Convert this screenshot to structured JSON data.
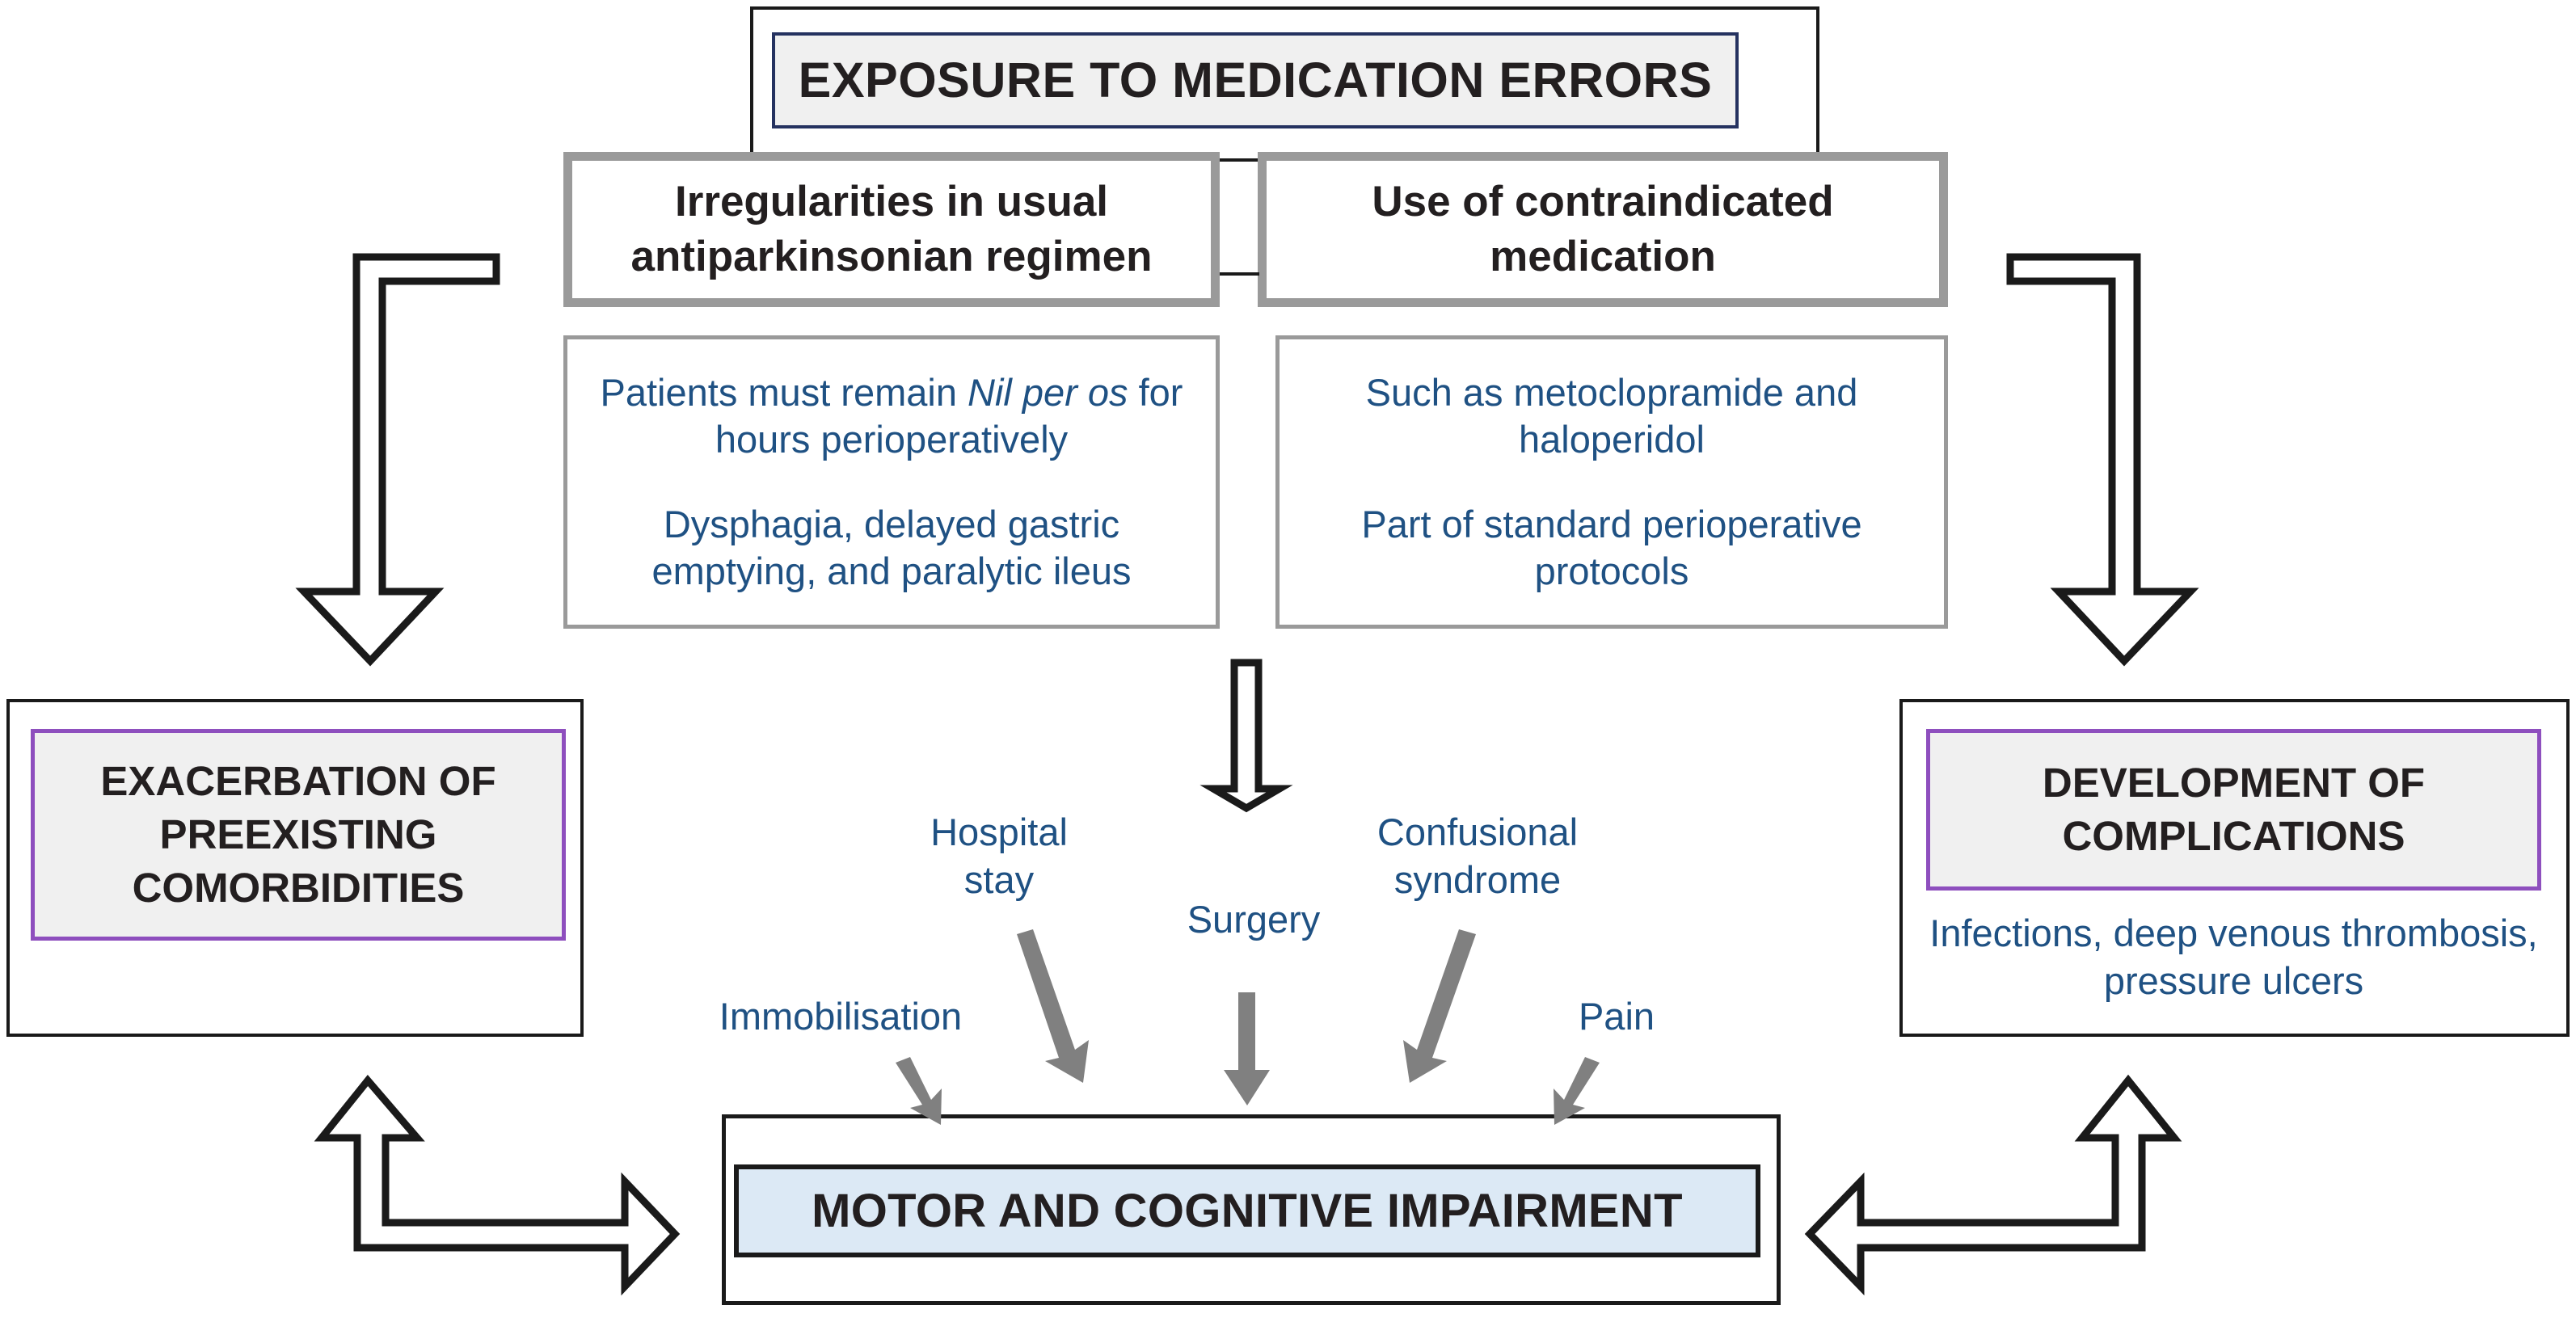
{
  "diagram": {
    "title": "EXPOSURE TO MEDICATION ERRORS",
    "colors": {
      "navy_border": "#253260",
      "purple_border": "#8E4FBE",
      "blue_text": "#1F5183",
      "gray_border": "#9A9A9A",
      "gray_arrow": "#808080",
      "black": "#1A1A1A",
      "title_fill": "#F0F0F0",
      "impairment_fill": "#DCE9F5"
    },
    "subheaders": {
      "left": "Irregularities in usual antiparkinsonian regimen",
      "right": "Use of contraindicated medication"
    },
    "details": {
      "left": {
        "line1_prefix": "Patients must remain ",
        "line1_italic": "Nil per os",
        "line1_suffix": " for hours perioperatively",
        "line2": "Dysphagia, delayed gastric emptying, and paralytic ileus"
      },
      "right": {
        "line1": "Such as metoclopramide and haloperidol",
        "line2": "Part of standard perioperative protocols"
      }
    },
    "outcomes": {
      "left": {
        "title": "EXACERBATION OF PREEXISTING COMORBIDITIES",
        "subtitle": ""
      },
      "right": {
        "title": "DEVELOPMENT OF COMPLICATIONS",
        "subtitle": "Infections, deep venous thrombosis, pressure ulcers"
      }
    },
    "impairment": {
      "title": "MOTOR AND COGNITIVE IMPAIRMENT"
    },
    "risk_factors": [
      {
        "id": "hospital-stay",
        "label": "Hospital\nstay"
      },
      {
        "id": "surgery",
        "label": "Surgery"
      },
      {
        "id": "confusional-syndrome",
        "label": "Confusional\nsyndrome"
      },
      {
        "id": "immobilisation",
        "label": "Immobilisation"
      },
      {
        "id": "pain",
        "label": "Pain"
      }
    ]
  }
}
